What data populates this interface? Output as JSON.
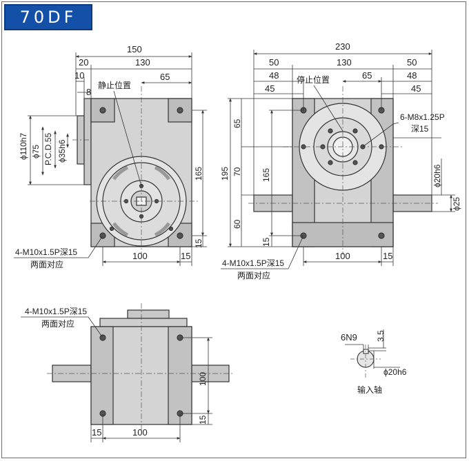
{
  "title": "70DF",
  "front": {
    "dims": {
      "overall_width": "150",
      "offset_left": "20",
      "body_width": "130",
      "flange_10": "10",
      "flange_8": "8",
      "stop_label": "静止位置",
      "center_65": "65",
      "bore_110": "ϕ110h7",
      "bore_75": "ϕ75",
      "pcd": "P.C.D.55",
      "shaft_35": "ϕ35h6",
      "height_165": "165",
      "edge_15": "15",
      "span_100": "100",
      "bottom_15": "15"
    },
    "note_line1": "4-M10x1.5P深15",
    "note_line2": "两面对应"
  },
  "side": {
    "dims": {
      "overall_width": "230",
      "left_50": "50",
      "middle_130": "130",
      "right_50": "50",
      "left_48": "48",
      "stop_label": "停止位置",
      "center_65": "65",
      "right_48": "48",
      "left_45": "45",
      "right_45": "45",
      "thread_note": "6-M8x1.25P",
      "thread_depth": "深15",
      "height_195": "195",
      "upper_65": "65",
      "middle_70": "70",
      "lower_60": "60",
      "height_165": "165",
      "edge_15": "15",
      "shaft_20": "ϕ20h6",
      "shaft_25": "ϕ25",
      "span_100": "100",
      "bottom_15": "15"
    },
    "note_line1": "4-M10x1.5P深15",
    "note_line2": "两面对应"
  },
  "top": {
    "dims": {
      "height_100": "100",
      "edge_15": "15",
      "left_15": "15",
      "span_100": "100"
    },
    "note_line1": "4-M10x1.5P深15",
    "note_line2": "两面对应"
  },
  "input_shaft": {
    "keyway": "6N9",
    "key_depth": "3.5",
    "diameter": "ϕ20h6",
    "label": "输入轴"
  }
}
